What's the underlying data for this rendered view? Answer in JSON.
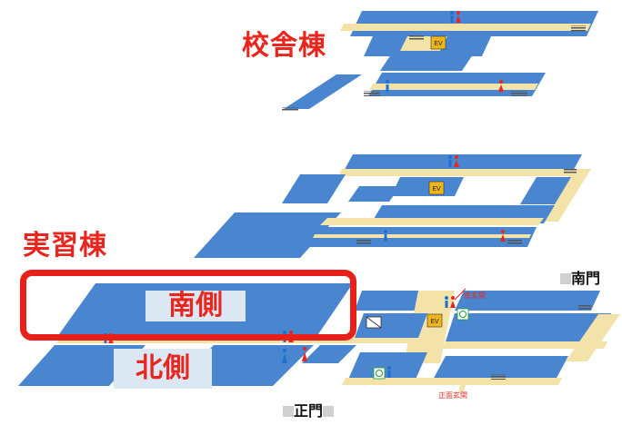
{
  "labels": {
    "school_building": "校舎棟",
    "practice_building": "実習棟",
    "south_side": "南側",
    "north_side": "北側",
    "south_gate": "南門",
    "main_gate": "正門",
    "south_entrance": "南玄関",
    "front_entrance": "正面玄関",
    "ev": "EV"
  },
  "colors": {
    "floor_room": "#4a86cf",
    "floor_room_dark": "#3a70b8",
    "corridor": "#f4e3a8",
    "elevator": "#f0b41c",
    "accent_red": "#e8261e",
    "label_bg": "#dce7f4",
    "male_icon": "#1f6fd1",
    "female_icon": "#e8261e"
  },
  "icons": [
    "restroom-icon",
    "elevator-icon",
    "stairs-icon",
    "accessible-restroom-icon",
    "no-smoking-icon"
  ]
}
